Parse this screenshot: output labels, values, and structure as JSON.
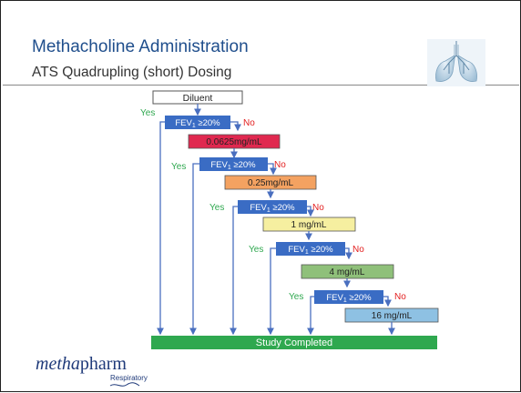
{
  "slide": {
    "title": "Methacholine Administration",
    "subtitle": "ATS Quadrupling (short) Dosing"
  },
  "flowchart": {
    "diluent": "Diluent",
    "decision_prefix": "FEV",
    "decision_subscript": "1",
    "decision_suffix": " ≥20%",
    "yes_label": "Yes",
    "no_label": "No",
    "doses": [
      {
        "label": "0.0625mg/mL",
        "color": "#e0284f"
      },
      {
        "label": "0.25mg/mL",
        "color": "#f4a261"
      },
      {
        "label": "1 mg/mL",
        "color": "#f6efa0"
      },
      {
        "label": "4 mg/mL",
        "color": "#8fc07a"
      },
      {
        "label": "16 mg/mL",
        "color": "#8ec1e3"
      }
    ],
    "end_label": "Study Completed",
    "colors": {
      "decision": "#3a6cc4",
      "arrow": "#4a6fbf",
      "end": "#2fa84f",
      "yes": "#2fa84f",
      "no": "#e32020"
    }
  },
  "logo": {
    "name_italic": "meth",
    "name_italic2": "a",
    "name_rest": "pharm",
    "tagline": "Respiratory"
  },
  "icons": {
    "lungs": "lungs-icon"
  }
}
